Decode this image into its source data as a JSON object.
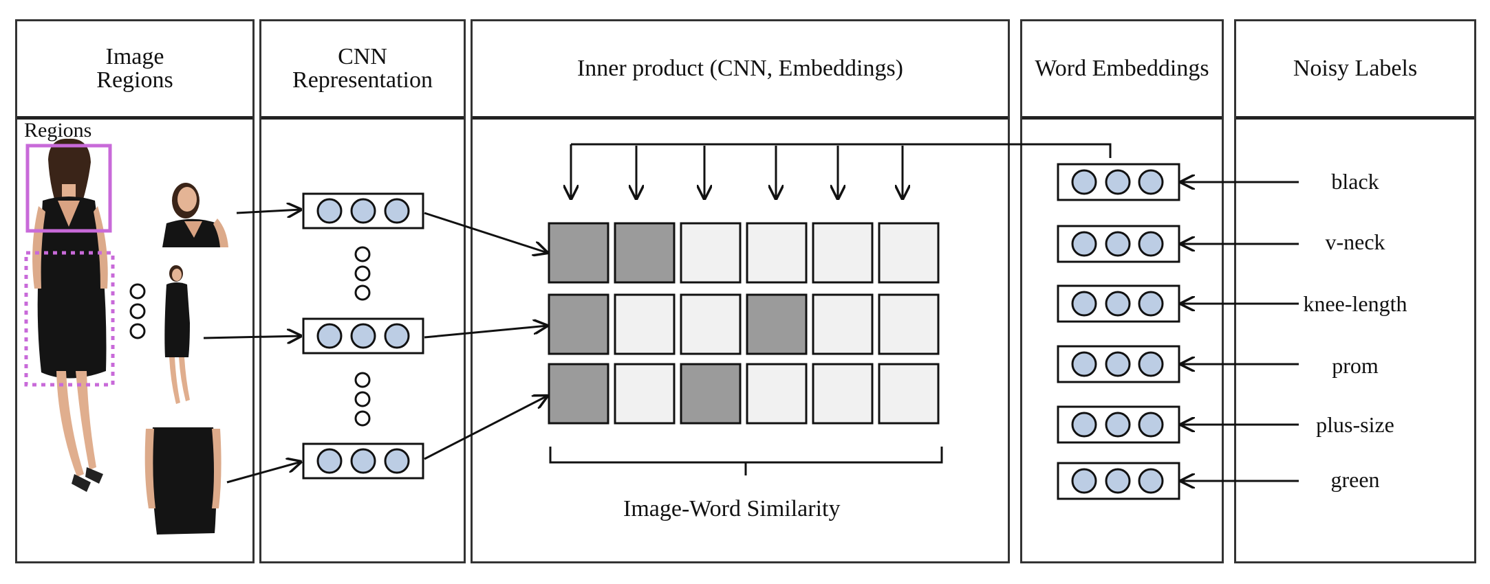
{
  "panels": {
    "image_regions": {
      "title": "Image\nRegions"
    },
    "cnn": {
      "title": "CNN\nRepresentation"
    },
    "inner_product": {
      "title": "Inner product (CNN, Embeddings)"
    },
    "word_embeddings": {
      "title": "Word Embeddings"
    },
    "noisy_labels": {
      "title": "Noisy Labels"
    }
  },
  "regions_label": "Regions",
  "similarity_label": "Image-Word Similarity",
  "labels": [
    "black",
    "v-neck",
    "knee-length",
    "prom",
    "plus-size",
    "green"
  ],
  "similarity_grid": [
    [
      1,
      1,
      0,
      0,
      0,
      0
    ],
    [
      1,
      0,
      0,
      1,
      0,
      0
    ],
    [
      1,
      0,
      1,
      0,
      0,
      0
    ]
  ],
  "colors": {
    "dark_cell": "#9b9b9b",
    "light_cell": "#f1f1f1",
    "circle_fill": "#bccde4",
    "region_box": "#c86ad9"
  }
}
